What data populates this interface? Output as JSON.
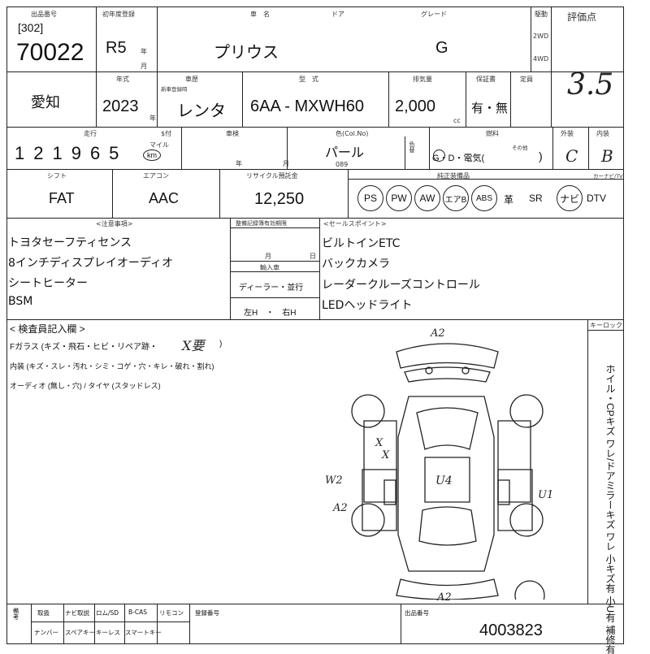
{
  "header": {
    "lot_label": "出品番号",
    "lot_sub": "[302]",
    "lot_no": "70022",
    "first_reg_label": "初年度登録",
    "first_reg": "R5",
    "year_unit": "年",
    "month_unit": "月",
    "name_label": "車　名",
    "car_name": "プリウス",
    "door_label": "ドア",
    "grade_label": "グレード",
    "grade": "G",
    "drive_label": "駆動",
    "drive_2wd": "2WD",
    "drive_4wd": "4WD",
    "score_label": "評価点",
    "score": "3.5"
  },
  "row2": {
    "region": "愛知",
    "year_label": "年式",
    "year": "2023",
    "year_unit": "年",
    "usage_label": "車歴",
    "usage_sub": "新車登録時",
    "usage": "レンタ",
    "model_label": "型　式",
    "model": "6AA - MXWH60",
    "disp_label": "排気量",
    "displacement": "2,000",
    "cc": "cc",
    "recycle_label": "保証書",
    "recycle": "有・無",
    "capacity_label": "定員"
  },
  "row3": {
    "mileage_label": "走行",
    "meter_label": "$付",
    "mileage": "121965",
    "mileage_unit_mile": "マイル",
    "mileage_unit_km": "km",
    "inspection_label": "車検",
    "year_unit": "年",
    "month_unit": "月",
    "color_label": "色(Col.No)",
    "color": "パール",
    "color_no": "089",
    "color_change_label": "色替",
    "fuel_label": "燃料",
    "fuel_options": "G・D・電気(",
    "fuel_other": "その他",
    "fuel_close": ")",
    "exterior_label": "外装",
    "exterior": "C",
    "interior_label": "内装",
    "interior": "B"
  },
  "row4": {
    "shift_label": "シフト",
    "shift": "FAT",
    "ac_label": "エアコン",
    "ac": "AAC",
    "recycle_fee_label": "リサイクル預託金",
    "recycle_fee": "12,250",
    "equip_label": "純正装備品",
    "equipment": [
      "PS",
      "PW",
      "AW",
      "エアB",
      "ABS",
      "革",
      "SR",
      "ナビ",
      "DTV"
    ],
    "equipment_circled": [
      true,
      true,
      true,
      true,
      true,
      false,
      false,
      true,
      false
    ],
    "nav_tv_label": "カーナビ/TV"
  },
  "notes": {
    "note_label": "<注意事項>",
    "left_items": [
      "トヨタセーフティセンス",
      "8インチディスプレイオーディオ",
      "シートヒーター",
      "BSM"
    ],
    "maint_label": "整備記録簿有効期限",
    "month_unit": "月",
    "day_unit": "日",
    "import_label": "輸入車",
    "import_value": "ディーラー・並行",
    "handle_value": "左H　・　右H",
    "sales_label": "<セールスポイント>",
    "right_items": [
      "ビルトインETC",
      "バックカメラ",
      "レーダークルーズコントロール",
      "LEDヘッドライト"
    ]
  },
  "inspection": {
    "title": "< 検査員記入欄 >",
    "line1": "Fガラス (キズ・飛石・ヒビ・リペア跡・",
    "line1_mark": "X要",
    "line1_end": ")",
    "line2": "内装 (キズ・スレ・汚れ・シミ・コゲ・穴・キレ・破れ・割れ)",
    "line3": "オーディオ (無し・穴) / タイヤ (スタッドレス)",
    "key_label": "キーロック",
    "side_text": "ホイル・CPキズ ワレ/ドアミラーキズ ワレ 小キズ有 小U有 補修有",
    "marks": {
      "front": "A2",
      "rear": "A2",
      "x1": "X",
      "x2": "X",
      "w2": "W2",
      "a2_left": "A2",
      "u4": "U4",
      "u1": "U1"
    }
  },
  "footer": {
    "c1": "備考",
    "c2": "取扱",
    "c3": "ナビ取説",
    "c4": "ロム/SD",
    "c5": "B-CAS",
    "c6": "リモコン",
    "c7": "登録番号",
    "d1": "ナンバー",
    "d2": "スペアキー",
    "d3": "キーレス",
    "d4": "スマートキー",
    "lot_label": "出品番号",
    "stock_no": "4003823"
  },
  "colors": {
    "ink": "#222222",
    "paper": "#ffffff"
  }
}
